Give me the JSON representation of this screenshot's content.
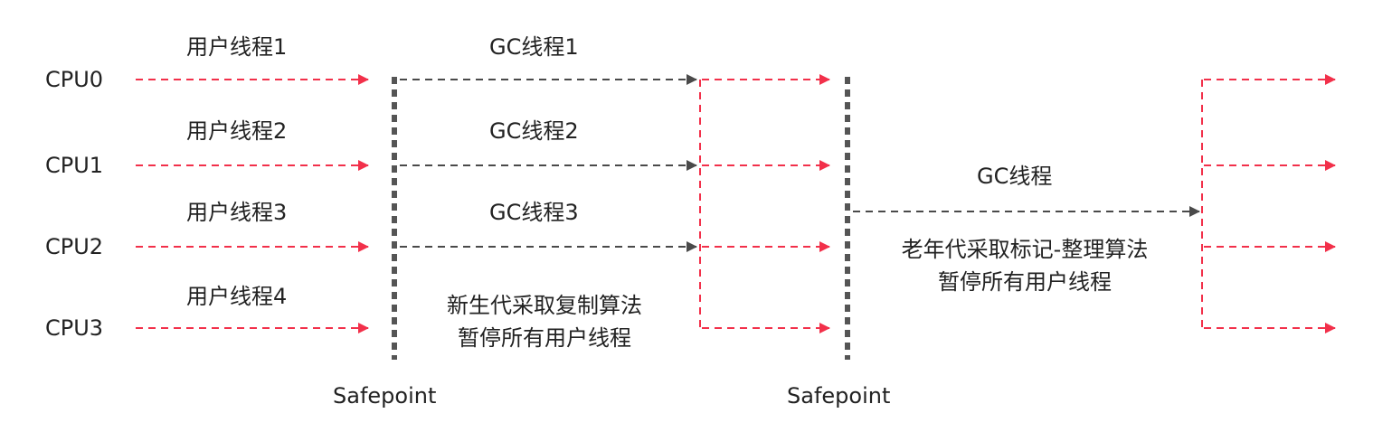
{
  "colors": {
    "user": "#f2304a",
    "gc": "#4a4a4a",
    "barrier": "#555555",
    "text": "#222222"
  },
  "cpus": [
    {
      "label": "CPU0",
      "user_thread": "用户线程1",
      "gc_thread": "GC线程1"
    },
    {
      "label": "CPU1",
      "user_thread": "用户线程2",
      "gc_thread": "GC线程2"
    },
    {
      "label": "CPU2",
      "user_thread": "用户线程3",
      "gc_thread": "GC线程3"
    },
    {
      "label": "CPU3",
      "user_thread": "用户线程4",
      "gc_thread": ""
    }
  ],
  "young_gc": {
    "line1": "新生代采取复制算法",
    "line2": "暂停所有用户线程"
  },
  "old_gc": {
    "thread": "GC线程",
    "line1": "老年代采取标记-整理算法",
    "line2": "暂停所有用户线程"
  },
  "safepoints": [
    "Safepoint",
    "Safepoint"
  ]
}
